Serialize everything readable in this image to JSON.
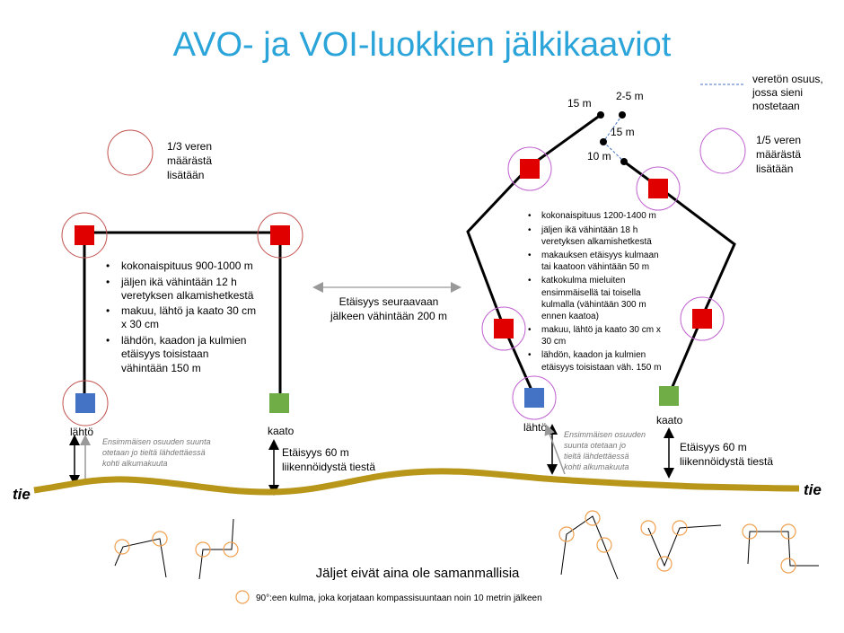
{
  "title": "AVO- ja VOI-luokkien jälkikaaviot",
  "legend_top": [
    "veretön osuus,",
    "jossa sieni",
    "nostetaan"
  ],
  "left": {
    "blood_note": [
      "1/3 veren",
      "määrästä",
      "lisätään"
    ],
    "bullets": [
      [
        "kokonaispituus 900-1000 m"
      ],
      [
        "jäljen ikä vähintään 12 h",
        "veretyksen alkamishetkestä"
      ],
      [
        "makuu, lähtö ja kaato 30 cm",
        "x 30 cm"
      ],
      [
        "lähdön, kaadon ja kulmien",
        "etäisyys toisistaan",
        "vähintään 150 m"
      ]
    ],
    "start_label": "lähtö",
    "end_label": "kaato",
    "direction_note": [
      "Ensimmäisen osuuden suunta",
      "otetaan jo tieltä lähdettäessä",
      "kohti alkumakuuta"
    ],
    "road_distance": [
      "Etäisyys 60 m",
      "liikennöidystä  tiestä"
    ]
  },
  "middle": {
    "distance": [
      "Etäisyys seuraavaan",
      "jälkeen vähintään 200 m"
    ]
  },
  "right": {
    "blood_note": [
      "1/5 veren",
      "määrästä",
      "lisätään"
    ],
    "segment_labels": [
      "15 m",
      "2-5 m",
      "15 m",
      "10 m"
    ],
    "bullets": [
      [
        "kokonaispituus 1200-1400 m"
      ],
      [
        "jäljen ikä vähintään 18 h",
        "veretyksen alkamishetkestä"
      ],
      [
        "makauksen etäisyys kulmaan",
        "tai kaatoon vähintään 50 m"
      ],
      [
        "katkokulma mieluiten",
        "ensimmäisellä tai toisella",
        "kulmalla (vähintään 300 m",
        "ennen kaatoa)"
      ],
      [
        "makuu, lähtö ja kaato 30 cm x",
        "30 cm"
      ],
      [
        "lähdön, kaadon ja kulmien",
        "etäisyys toisistaan väh. 150 m"
      ]
    ],
    "start_label": "lähtö",
    "end_label": "kaato",
    "direction_note": [
      "Ensimmäisen osuuden",
      "suunta otetaan jo",
      "tieltä lähdettäessä",
      "kohti alkumakuuta"
    ],
    "road_distance": [
      "Etäisyys 60 m",
      "liikennöidystä  tiestä"
    ]
  },
  "road_label_left": "tie",
  "road_label_right": "tie",
  "shapes_caption": "Jäljet eivät aina ole samanmallisia",
  "corner_legend": "90°:een kulma, joka korjataan kompassisuuntaan noin 10 metrin jälkeen",
  "colors": {
    "title": "#2aa4d9",
    "road": "#b8961a",
    "red": "#e00000",
    "blue": "#4472c4",
    "green": "#70ad47",
    "orange": "#f0a050"
  }
}
